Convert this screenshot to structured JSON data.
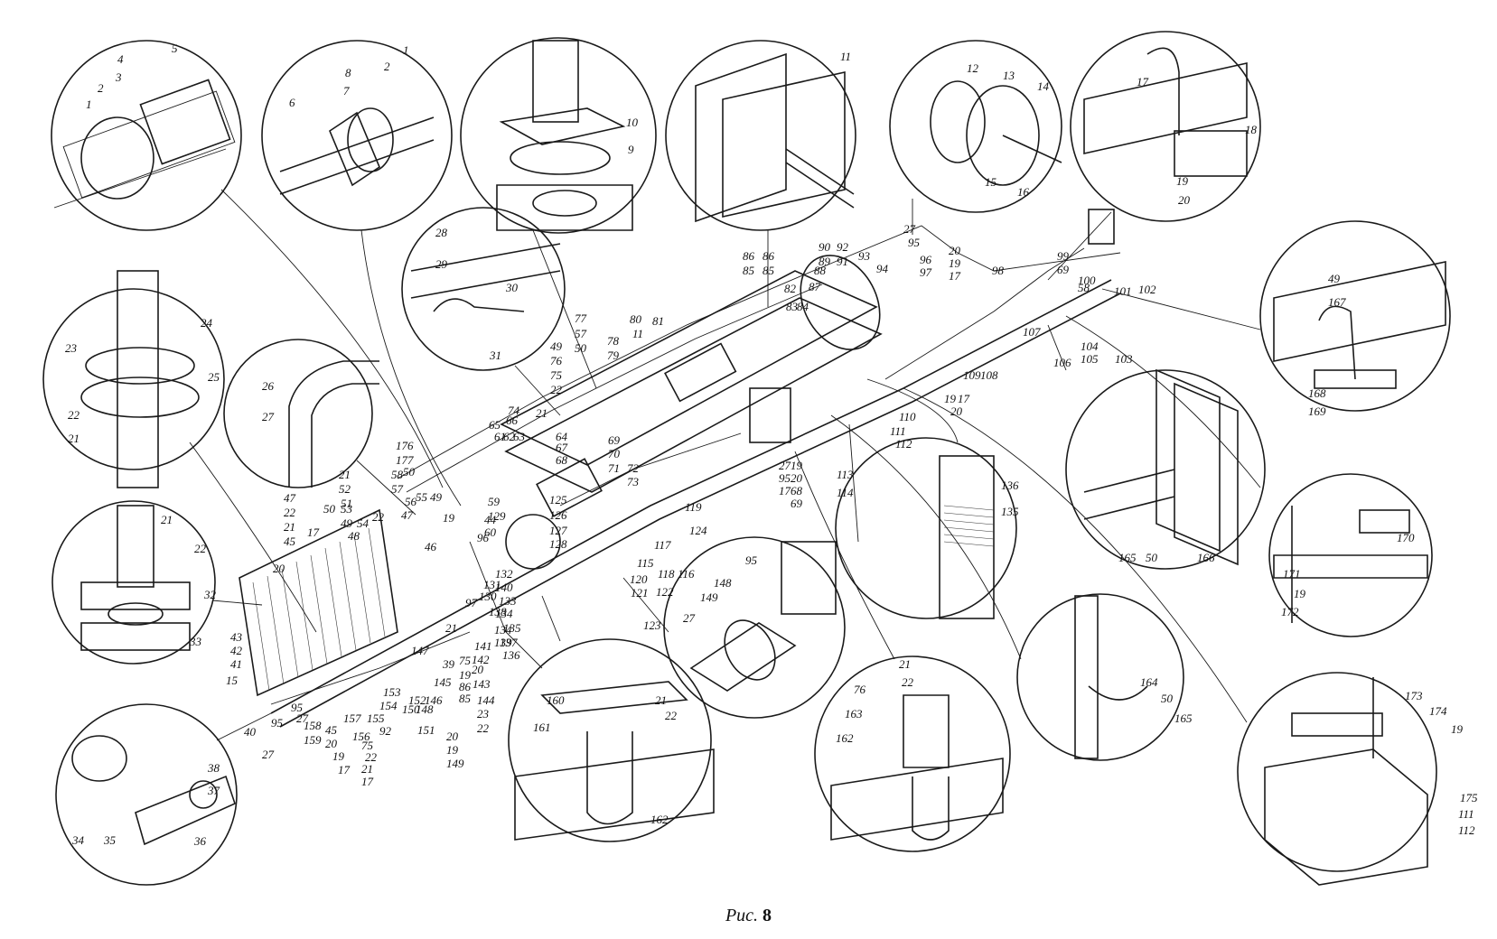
{
  "figure": {
    "caption_prefix": "Рис.",
    "caption_number": "8"
  },
  "callouts": {
    "d1": [
      "1",
      "2",
      "3",
      "4",
      "5"
    ],
    "d2": [
      "6",
      "7",
      "8",
      "1",
      "2"
    ],
    "d3": [
      "10",
      "9"
    ],
    "d4": [
      "11"
    ],
    "d5": [
      "12",
      "13",
      "14",
      "15",
      "16"
    ],
    "d6": [
      "17",
      "18",
      "19",
      "20"
    ],
    "d7": [
      "23",
      "24",
      "25",
      "22",
      "21"
    ],
    "d8": [
      "28",
      "29",
      "30",
      "31"
    ],
    "d9": [
      "26",
      "27"
    ],
    "d10": [
      "21",
      "22",
      "32",
      "33"
    ],
    "d11": [
      "38",
      "37",
      "34",
      "35",
      "36"
    ],
    "d12": [
      "49",
      "167",
      "168",
      "169"
    ],
    "d13": [
      "165",
      "50",
      "166"
    ],
    "d14": [
      "136",
      "135"
    ],
    "d15": [
      "170",
      "171",
      "19",
      "172"
    ],
    "d16": [
      "95",
      "148",
      "149",
      "27"
    ],
    "d17": [
      "160",
      "21",
      "22",
      "161",
      "162"
    ],
    "d18": [
      "21",
      "22",
      "76",
      "163",
      "162"
    ],
    "d19": [
      "164",
      "50",
      "165"
    ],
    "d20": [
      "173",
      "174",
      "19",
      "175",
      "111",
      "112"
    ],
    "main": [
      "27",
      "95",
      "20",
      "19",
      "17",
      "98",
      "96",
      "97",
      "99",
      "69",
      "58",
      "100",
      "101",
      "102",
      "104",
      "105",
      "103",
      "106",
      "107",
      "109",
      "108",
      "19",
      "17",
      "20",
      "110",
      "111",
      "112",
      "86",
      "85",
      "86",
      "85",
      "90",
      "89",
      "92",
      "91",
      "93",
      "94",
      "88",
      "87",
      "82",
      "83",
      "84",
      "81",
      "80",
      "11",
      "78",
      "79",
      "77",
      "57",
      "50",
      "49",
      "76",
      "75",
      "22",
      "21",
      "66",
      "74",
      "65",
      "61",
      "62",
      "63",
      "64",
      "67",
      "68",
      "69",
      "70",
      "71",
      "72",
      "73",
      "125",
      "126",
      "127",
      "128",
      "119",
      "117",
      "118",
      "116",
      "115",
      "120",
      "121",
      "122",
      "123",
      "124",
      "27",
      "95",
      "17",
      "19",
      "20",
      "68",
      "69",
      "113",
      "114",
      "176",
      "177",
      "58",
      "57",
      "50",
      "49",
      "55",
      "56",
      "47",
      "22",
      "21",
      "52",
      "51",
      "50",
      "53",
      "49",
      "54",
      "48",
      "47",
      "22",
      "21",
      "45",
      "17",
      "20",
      "19",
      "46",
      "44",
      "60",
      "59",
      "129",
      "96",
      "97",
      "131",
      "130",
      "132",
      "140",
      "133",
      "134",
      "135",
      "137",
      "136",
      "134",
      "139",
      "138",
      "141",
      "142",
      "20",
      "75",
      "19",
      "86",
      "85",
      "143",
      "144",
      "23",
      "22",
      "21",
      "147",
      "43",
      "42",
      "41",
      "15",
      "40",
      "39",
      "145",
      "146",
      "148",
      "150",
      "151",
      "152",
      "153",
      "154",
      "155",
      "92",
      "156",
      "157",
      "158",
      "159",
      "95",
      "27",
      "45",
      "20",
      "19",
      "17",
      "75",
      "22",
      "21",
      "17",
      "20",
      "19",
      "149",
      "95",
      "27"
    ]
  }
}
